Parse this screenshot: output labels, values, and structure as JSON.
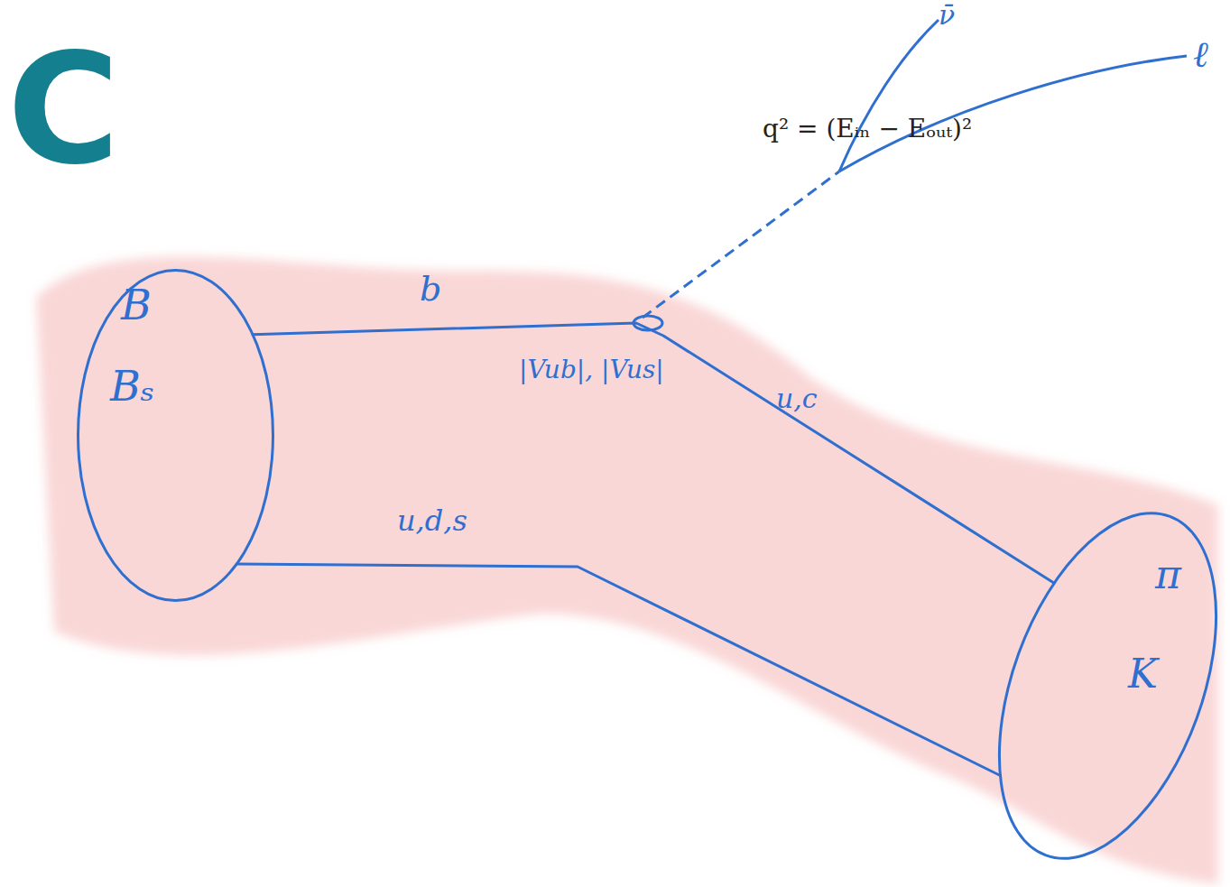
{
  "diagram": {
    "nodes": [
      {
        "text": [
          "B",
          "Bₛ"
        ]
      },
      {
        "text": [
          "π",
          "K"
        ]
      }
    ],
    "edges": [
      {
        "from": 0,
        "to": 1,
        "arrow": "none"
      },
      {
        "from": 0,
        "to": 1,
        "label": "u,d,s",
        "arrow": "none"
      }
    ],
    "labels": [
      "C",
      "ν̄",
      "ℓ",
      "q² = (Eᵢₙ − Eₒᵤₜ)²",
      "b",
      "|Vub|, |Vus|",
      "u,c"
    ]
  }
}
